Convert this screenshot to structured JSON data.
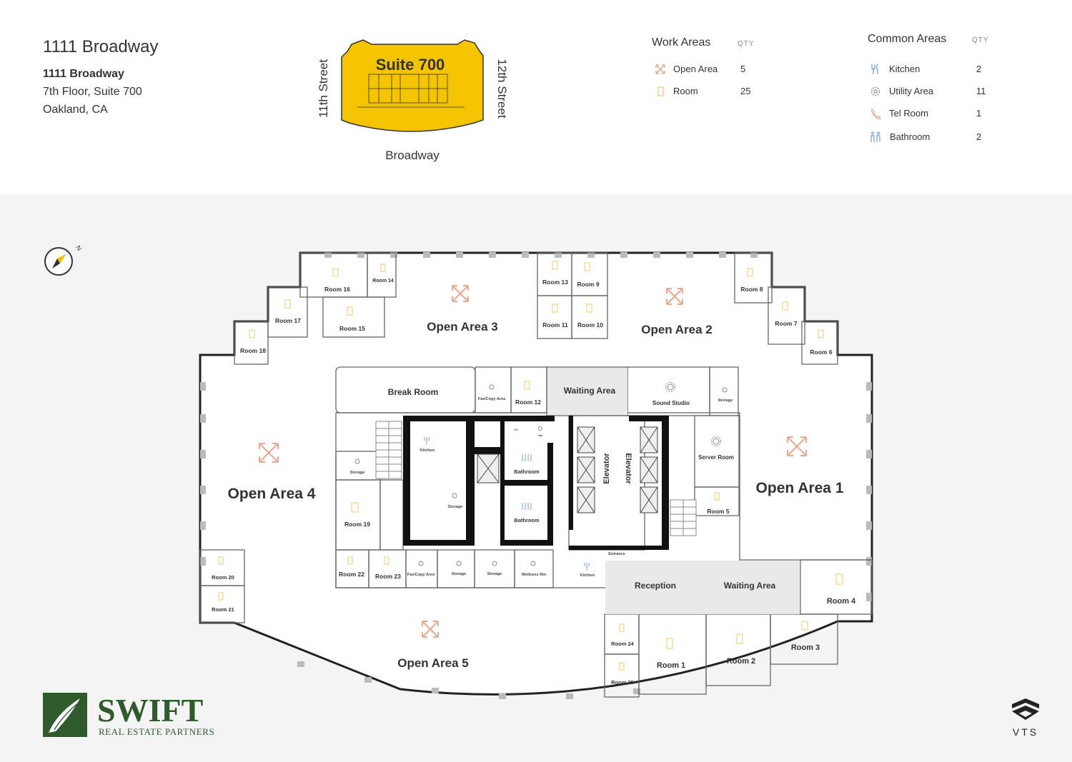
{
  "header": {
    "title": "1111 Broadway",
    "address_line1": "1111 Broadway",
    "address_line2": "7th Floor, Suite 700",
    "address_line3": "Oakland, CA"
  },
  "keyplan": {
    "suite": "Suite 700",
    "left_street": "11th Street",
    "right_street": "12th Street",
    "bottom_street": "Broadway"
  },
  "legend": {
    "work_heading": "Work Areas",
    "common_heading": "Common Areas",
    "qty_label": "QTY",
    "work_items": [
      {
        "label": "Open Area",
        "qty": "5",
        "icon": "expand-arrows-icon",
        "color": "#e8a78f"
      },
      {
        "label": "Room",
        "qty": "25",
        "icon": "door-icon",
        "color": "#f2c96b"
      }
    ],
    "common_items": [
      {
        "label": "Kitchen",
        "qty": "2",
        "icon": "fork-knife-icon",
        "color": "#7aa0d8"
      },
      {
        "label": "Utility Area",
        "qty": "11",
        "icon": "gear-icon",
        "color": "#888888"
      },
      {
        "label": "Tel Room",
        "qty": "1",
        "icon": "phone-icon",
        "color": "#e8a78f"
      },
      {
        "label": "Bathroom",
        "qty": "2",
        "icon": "restroom-icon",
        "color": "#7aa0d8"
      }
    ]
  },
  "rooms": {
    "open_areas": [
      "Open Area 1",
      "Open Area 2",
      "Open Area 3",
      "Open Area 4",
      "Open Area 5"
    ],
    "rooms": [
      "Room 1",
      "Room 2",
      "Room 3",
      "Room 4",
      "Room 5",
      "Room 6",
      "Room 7",
      "Room 8",
      "Room 9",
      "Room 10",
      "Room 11",
      "Room 12",
      "Room 13",
      "Room 14",
      "Room 15",
      "Room 16",
      "Room 17",
      "Room 18",
      "Room 19",
      "Room 20",
      "Room 21",
      "Room 22",
      "Room 23",
      "Room 24",
      "Room 25"
    ],
    "break_room": "Break Room",
    "waiting_area": "Waiting Area",
    "sound_studio": "Sound Studio",
    "server_room": "Server Room",
    "storage": "Storage",
    "fax_copy": "Fax/Copy Area",
    "kitchen": "Kitchen",
    "bathroom": "Bathroom",
    "elevator": "Elevator",
    "reception": "Reception",
    "entrance": "Entrance",
    "wellness": "Wellness Rm",
    "tel": "Tel",
    "jan": "Jan"
  },
  "compass": {
    "label": "N"
  },
  "logos": {
    "swift_name": "SWIFT",
    "swift_tag": "REAL ESTATE PARTNERS",
    "vts": "VTS"
  }
}
